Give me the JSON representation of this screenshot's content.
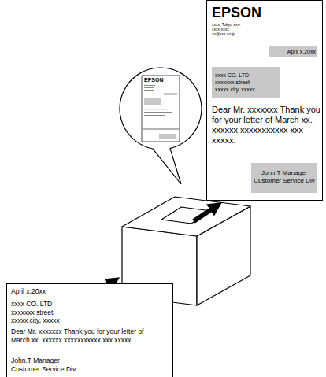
{
  "diagram": {
    "nodes": [
      {
        "text": [
          "EPSON",
          "xxxx, Tokyo xxx-xxxx-xxxx xx@xxx.co.jp",
          "Dear Mr. xxxxxxx Thank you for your letter of March xx. xxxxxx xxxxxxxxxxx xxx xxxxx."
        ]
      },
      {
        "text": [
          "April x.20xx"
        ],
        "in": 0
      },
      {
        "text": [
          "xxxx CO. LTD xxxxxxx street xxxxx city, xxxxx"
        ],
        "in": 0
      },
      {
        "text": [
          "John.T Manager Customer Service Div"
        ],
        "in": 0
      },
      {
        "text": [
          "EPSON"
        ]
      },
      {
        "text": [
          "April x.20xx",
          "xxxx CO. LTD xxxxxxx street xxxxx city, xxxxx",
          "Dear Mr. xxxxxxx Thank you for your letter of March xx. xxxxxx xxxxxxxxxxx xxx xxxxx.",
          "John.T Manager Customer Service Div"
        ]
      }
    ]
  }
}
